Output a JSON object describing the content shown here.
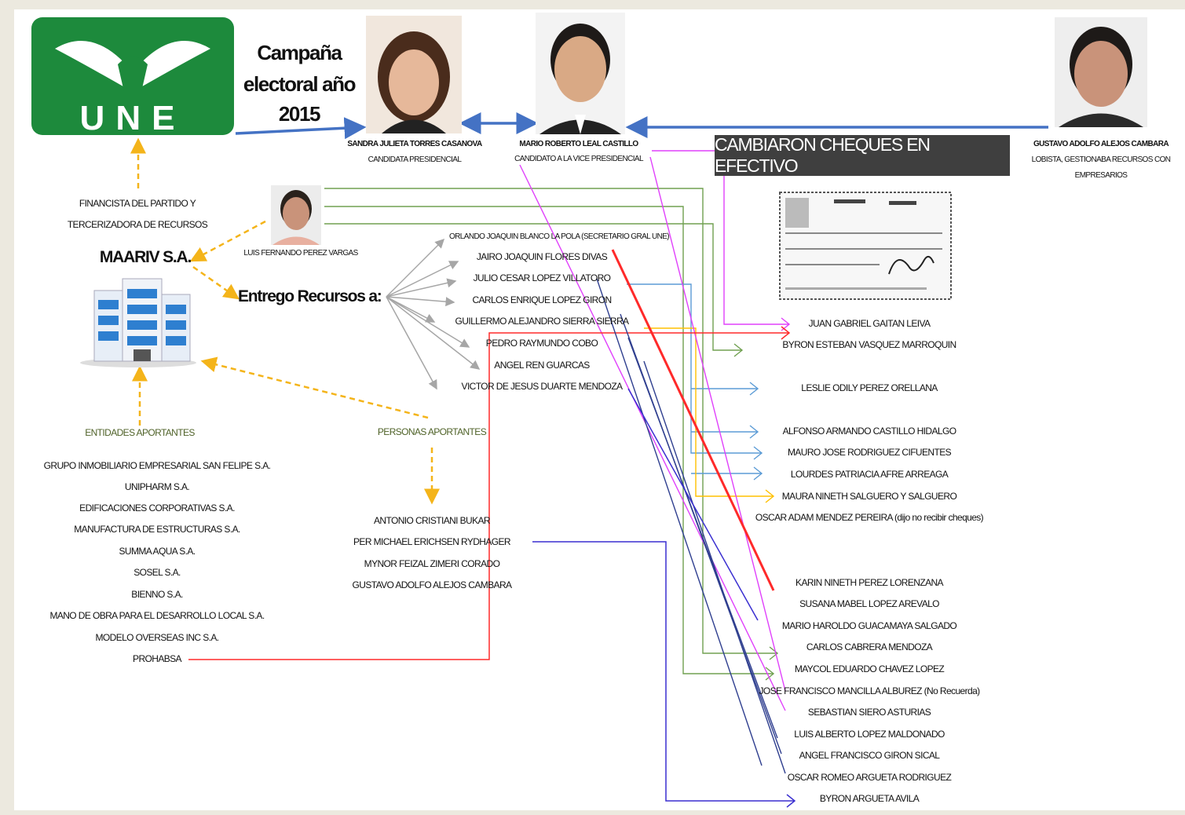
{
  "logo": {
    "text": "UNE",
    "color": "#1d8a3c"
  },
  "campaign": {
    "line1": "Campaña",
    "line2": "electoral año",
    "line3": "2015"
  },
  "candidates": [
    {
      "name": "SANDRA JULIETA TORRES CASANOVA",
      "role": "CANDIDATA PRESIDENCIAL"
    },
    {
      "name": "MARIO ROBERTO LEAL CASTILLO",
      "role": "CANDIDATO A LA VICE PRESIDENCIAL"
    },
    {
      "name": "GUSTAVO ADOLFO ALEJOS CAMBARA",
      "role_line1": "LOBISTA, GESTIONABA RECURSOS CON",
      "role_line2": "EMPRESARIOS"
    }
  ],
  "banner": "CAMBIARON CHEQUES EN EFECTIVO",
  "financier": {
    "line1": "FINANCISTA DEL PARTIDO Y",
    "line2": "TERCERIZADORA DE RECURSOS"
  },
  "company": "MAARIV S.A.",
  "intermediary": "LUIS FERNANDO PEREZ VARGAS",
  "delivered_label": "Entrego Recursos a:",
  "recipients": [
    "ORLANDO JOAQUIN BLANCO LA POLA (SECRETARIO GRAL UNE)",
    "JAIRO JOAQUIN FLORES DIVAS",
    "JULIO CESAR LOPEZ VILLATORO",
    "CARLOS ENRIQUE LOPEZ GIRON",
    "GUILLERMO ALEJANDRO SIERRA SIERRA",
    "PEDRO RAYMUNDO COBO",
    "ANGEL REN GUARCAS",
    "VICTOR DE JESUS DUARTE MENDOZA"
  ],
  "entities_label": "ENTIDADES APORTANTES",
  "entities": [
    "GRUPO INMOBILIARIO EMPRESARIAL SAN FELIPE S.A.",
    "UNIPHARM S.A.",
    "EDIFICACIONES CORPORATIVAS S.A.",
    "MANUFACTURA DE ESTRUCTURAS S.A.",
    "SUMMA AQUA S.A.",
    "SOSEL S.A.",
    "BIENNO S.A.",
    "MANO DE OBRA PARA EL DESARROLLO LOCAL S.A.",
    "MODELO OVERSEAS INC S.A.",
    "PROHABSA"
  ],
  "persons_label": "PERSONAS APORTANTES",
  "persons": [
    "ANTONIO CRISTIANI BUKAR",
    "PER MICHAEL ERICHSEN RYDHAGER",
    "MYNOR FEIZAL ZIMERI CORADO",
    "GUSTAVO ADOLFO ALEJOS CAMBARA"
  ],
  "cashers": [
    "JUAN GABRIEL GAITAN LEIVA",
    "BYRON ESTEBAN VASQUEZ MARROQUIN",
    "LESLIE ODILY PEREZ ORELLANA",
    "ALFONSO ARMANDO CASTILLO HIDALGO",
    "MAURO JOSE RODRIGUEZ CIFUENTES",
    "LOURDES PATRIACIA AFRE ARREAGA",
    "MAURA NINETH SALGUERO Y SALGUERO",
    "OSCAR ADAM MENDEZ PEREIRA (dijo no recibir cheques)",
    "KARIN NINETH PEREZ LORENZANA",
    "SUSANA MABEL LOPEZ AREVALO",
    "MARIO HAROLDO GUACAMAYA SALGADO",
    "CARLOS CABRERA MENDOZA",
    "MAYCOL EDUARDO CHAVEZ LOPEZ",
    "JOSE FRANCISCO MANCILLA ALBUREZ (No Recuerda)",
    "SEBASTIAN SIERO ASTURIAS",
    "LUIS ALBERTO LOPEZ MALDONADO",
    "ANGEL FRANCISCO GIRON SICAL",
    "OSCAR ROMEO ARGUETA RODRIGUEZ",
    "BYRON ARGUETA AVILA"
  ],
  "colors": {
    "blue": "#4472c4",
    "orange": "#f4b41a",
    "green": "#70a050",
    "magenta": "#e040fb",
    "red": "#ff2a2a",
    "navy": "#2f3f8f",
    "purple": "#3a2fd0",
    "yellow": "#ffc000",
    "lightblue": "#5b9bd5",
    "grey": "#a6a6a6"
  }
}
